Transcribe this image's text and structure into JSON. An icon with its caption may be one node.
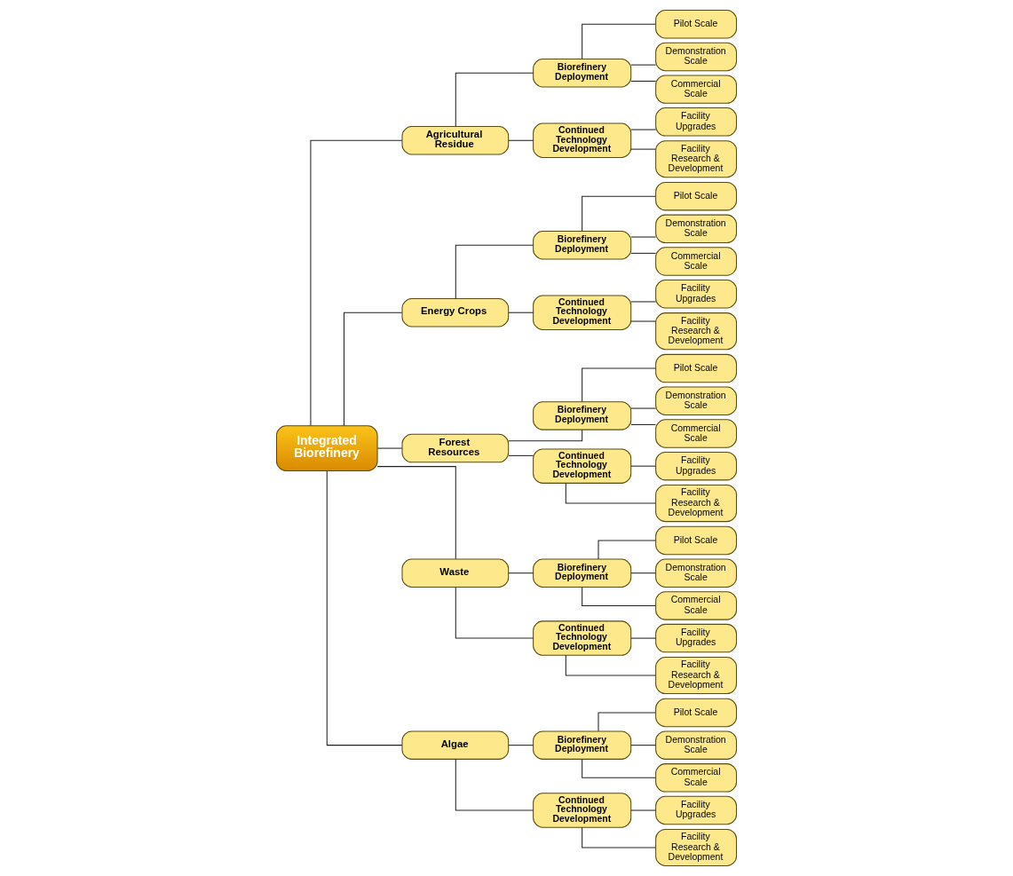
{
  "diagram": {
    "nodes": [
      {
        "text": [
          "Integrated Biorefinery"
        ]
      },
      {
        "text": [
          "Agricultural Residue"
        ]
      },
      {
        "text": [
          "Biorefinery Deployment"
        ]
      },
      {
        "text": [
          "Pilot Scale"
        ]
      },
      {
        "text": [
          "Demonstration Scale"
        ]
      },
      {
        "text": [
          "Commercial Scale"
        ]
      },
      {
        "text": [
          "Continued Technology Development"
        ]
      },
      {
        "text": [
          "Facility Upgrades"
        ]
      },
      {
        "text": [
          "Facility Research & Development"
        ]
      },
      {
        "text": [
          "Energy Crops"
        ]
      },
      {
        "text": [
          "Biorefinery Deployment"
        ]
      },
      {
        "text": [
          "Pilot Scale"
        ]
      },
      {
        "text": [
          "Demonstration Scale"
        ]
      },
      {
        "text": [
          "Commercial Scale"
        ]
      },
      {
        "text": [
          "Continued Technology Development"
        ]
      },
      {
        "text": [
          "Facility Upgrades"
        ]
      },
      {
        "text": [
          "Facility Research & Development"
        ]
      },
      {
        "text": [
          "Forest Resources"
        ]
      },
      {
        "text": [
          "Biorefinery Deployment"
        ]
      },
      {
        "text": [
          "Pilot Scale"
        ]
      },
      {
        "text": [
          "Demonstration Scale"
        ]
      },
      {
        "text": [
          "Commercial Scale"
        ]
      },
      {
        "text": [
          "Continued Technology Development"
        ]
      },
      {
        "text": [
          "Facility Upgrades"
        ]
      },
      {
        "text": [
          "Facility Research & Development"
        ]
      },
      {
        "text": [
          "Waste"
        ]
      },
      {
        "text": [
          "Biorefinery Deployment"
        ]
      },
      {
        "text": [
          "Pilot Scale"
        ]
      },
      {
        "text": [
          "Demonstration Scale"
        ]
      },
      {
        "text": [
          "Commercial Scale"
        ]
      },
      {
        "text": [
          "Continued Technology Development"
        ]
      },
      {
        "text": [
          "Facility Upgrades"
        ]
      },
      {
        "text": [
          "Facility Research & Development"
        ]
      },
      {
        "text": [
          "Algae"
        ]
      },
      {
        "text": [
          "Biorefinery Deployment"
        ]
      },
      {
        "text": [
          "Pilot Scale"
        ]
      },
      {
        "text": [
          "Demonstration Scale"
        ]
      },
      {
        "text": [
          "Commercial Scale"
        ]
      },
      {
        "text": [
          "Continued Technology Development"
        ]
      },
      {
        "text": [
          "Facility Upgrades"
        ]
      },
      {
        "text": [
          "Facility Research & Development"
        ]
      }
    ],
    "edges": [
      {
        "from": 0,
        "to": 1,
        "arrow": "none"
      },
      {
        "from": 0,
        "to": 9,
        "arrow": "none"
      },
      {
        "from": 0,
        "to": 17,
        "arrow": "none"
      },
      {
        "from": 0,
        "to": 25,
        "arrow": "none"
      },
      {
        "from": 0,
        "to": 33,
        "arrow": "none"
      },
      {
        "from": 1,
        "to": 2,
        "arrow": "none"
      },
      {
        "from": 2,
        "to": 3,
        "arrow": "none"
      },
      {
        "from": 2,
        "to": 4,
        "arrow": "none"
      },
      {
        "from": 2,
        "to": 5,
        "arrow": "none"
      },
      {
        "from": 1,
        "to": 6,
        "arrow": "none"
      },
      {
        "from": 6,
        "to": 7,
        "arrow": "none"
      },
      {
        "from": 6,
        "to": 8,
        "arrow": "none"
      },
      {
        "from": 9,
        "to": 10,
        "arrow": "none"
      },
      {
        "from": 10,
        "to": 11,
        "arrow": "none"
      },
      {
        "from": 10,
        "to": 12,
        "arrow": "none"
      },
      {
        "from": 10,
        "to": 13,
        "arrow": "none"
      },
      {
        "from": 9,
        "to": 14,
        "arrow": "none"
      },
      {
        "from": 14,
        "to": 15,
        "arrow": "none"
      },
      {
        "from": 14,
        "to": 16,
        "arrow": "none"
      },
      {
        "from": 17,
        "to": 18,
        "arrow": "none"
      },
      {
        "from": 18,
        "to": 19,
        "arrow": "none"
      },
      {
        "from": 18,
        "to": 20,
        "arrow": "none"
      },
      {
        "from": 18,
        "to": 21,
        "arrow": "none"
      },
      {
        "from": 17,
        "to": 22,
        "arrow": "none"
      },
      {
        "from": 22,
        "to": 23,
        "arrow": "none"
      },
      {
        "from": 22,
        "to": 24,
        "arrow": "none"
      },
      {
        "from": 25,
        "to": 26,
        "arrow": "none"
      },
      {
        "from": 26,
        "to": 27,
        "arrow": "none"
      },
      {
        "from": 26,
        "to": 28,
        "arrow": "none"
      },
      {
        "from": 26,
        "to": 29,
        "arrow": "none"
      },
      {
        "from": 25,
        "to": 30,
        "arrow": "none"
      },
      {
        "from": 30,
        "to": 31,
        "arrow": "none"
      },
      {
        "from": 30,
        "to": 32,
        "arrow": "none"
      },
      {
        "from": 33,
        "to": 34,
        "arrow": "none"
      },
      {
        "from": 34,
        "to": 35,
        "arrow": "none"
      },
      {
        "from": 34,
        "to": 36,
        "arrow": "none"
      },
      {
        "from": 34,
        "to": 37,
        "arrow": "none"
      },
      {
        "from": 33,
        "to": 38,
        "arrow": "none"
      },
      {
        "from": 38,
        "to": 39,
        "arrow": "none"
      },
      {
        "from": 38,
        "to": 40,
        "arrow": "none"
      }
    ]
  }
}
